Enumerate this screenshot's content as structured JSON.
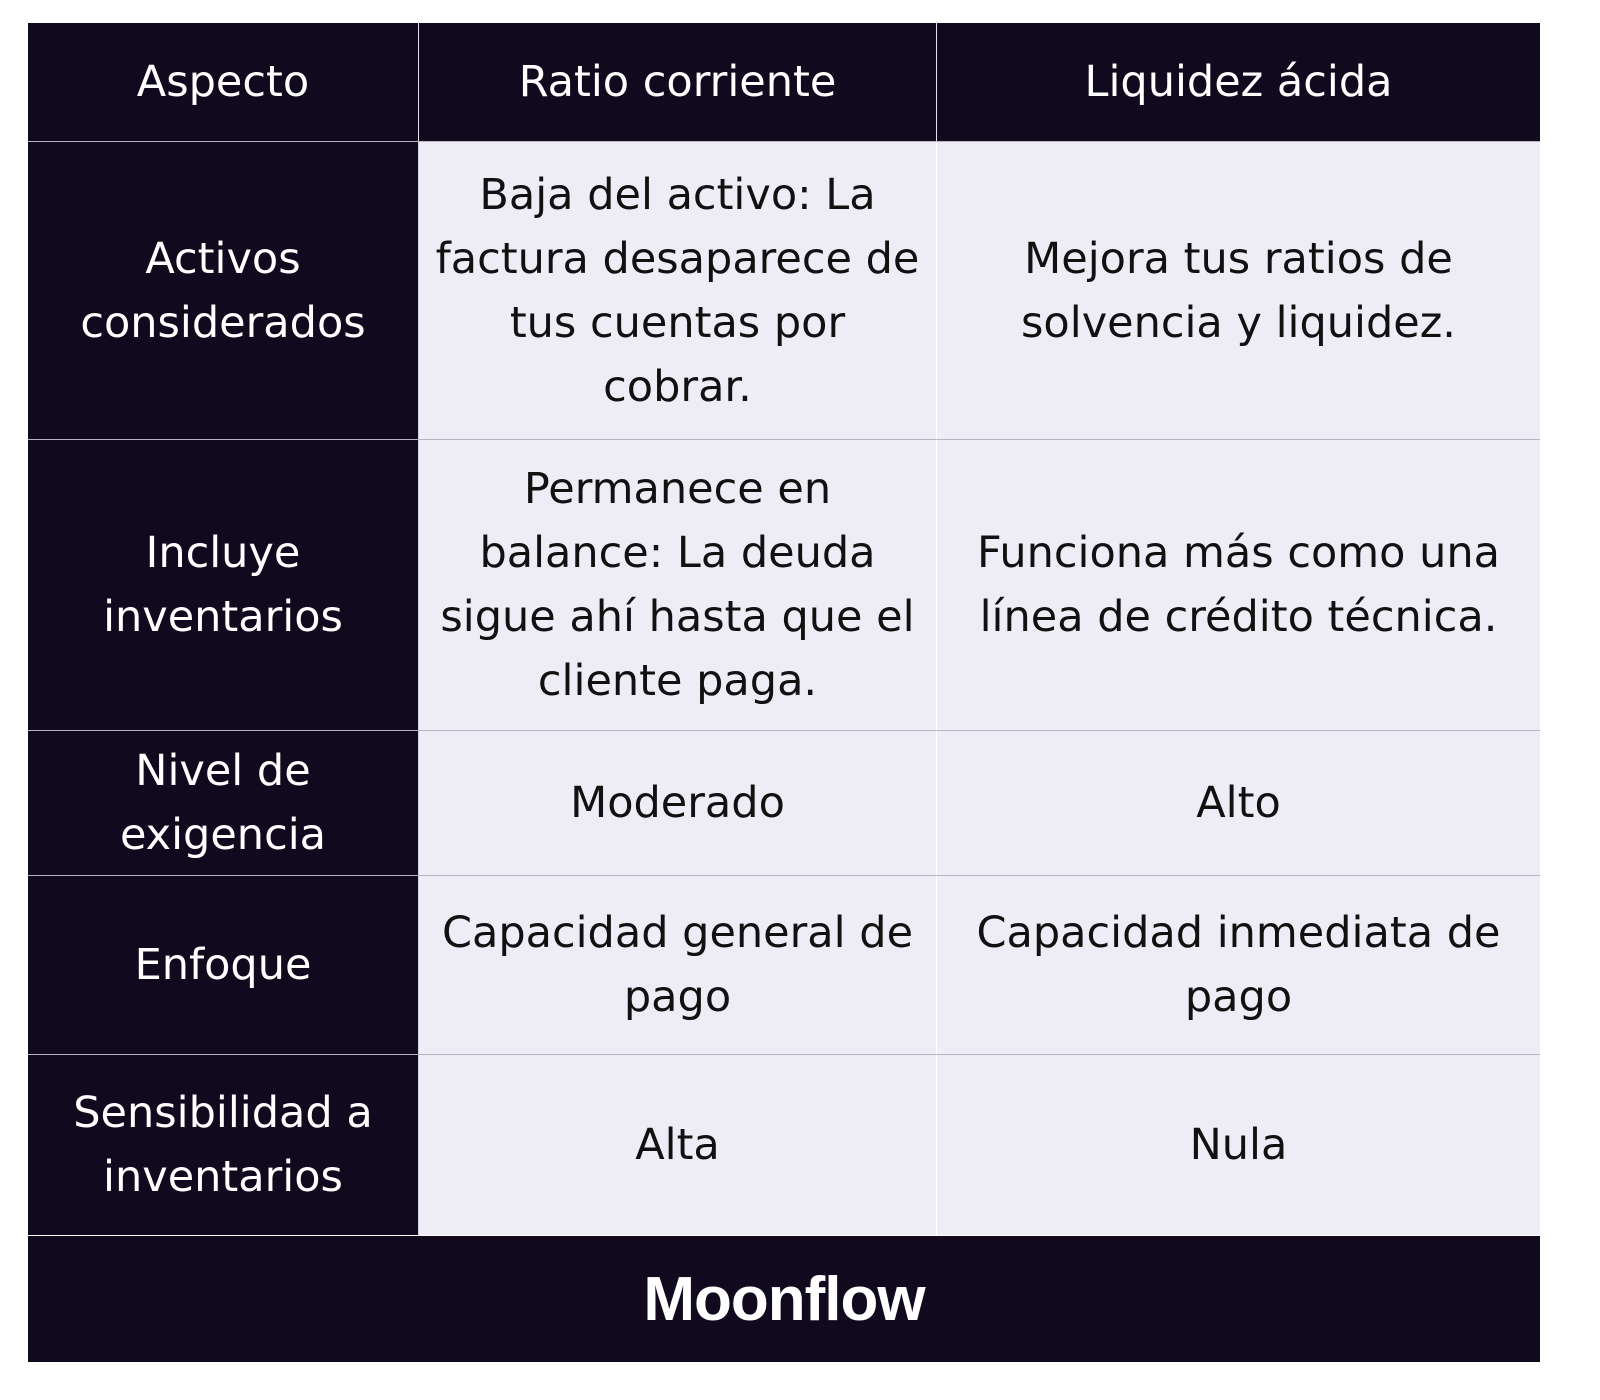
{
  "table": {
    "headers": [
      "Aspecto",
      "Ratio corriente",
      "Liquidez ácida"
    ],
    "rows": [
      {
        "aspect": "Activos considerados",
        "ratio": "Baja del activo: La factura desaparece de tus cuentas por cobrar.",
        "acid": "Mejora tus ratios de solvencia y liquidez."
      },
      {
        "aspect": "Incluye inventarios",
        "ratio": "Permanece en balance: La deuda sigue ahí hasta que el cliente paga.",
        "acid": "Funciona más como una línea de crédito técnica."
      },
      {
        "aspect": "Nivel de exigencia",
        "ratio": "Moderado",
        "acid": "Alto"
      },
      {
        "aspect": "Enfoque",
        "ratio": "Capacidad general de pago",
        "acid": "Capacidad inmediata de pago"
      },
      {
        "aspect": "Sensibilidad a inventarios",
        "ratio": "Alta",
        "acid": "Nula"
      }
    ]
  },
  "footer": {
    "brand": "Moonflow"
  },
  "colors": {
    "dark": "#110a1f",
    "light": "#eeecf5"
  }
}
